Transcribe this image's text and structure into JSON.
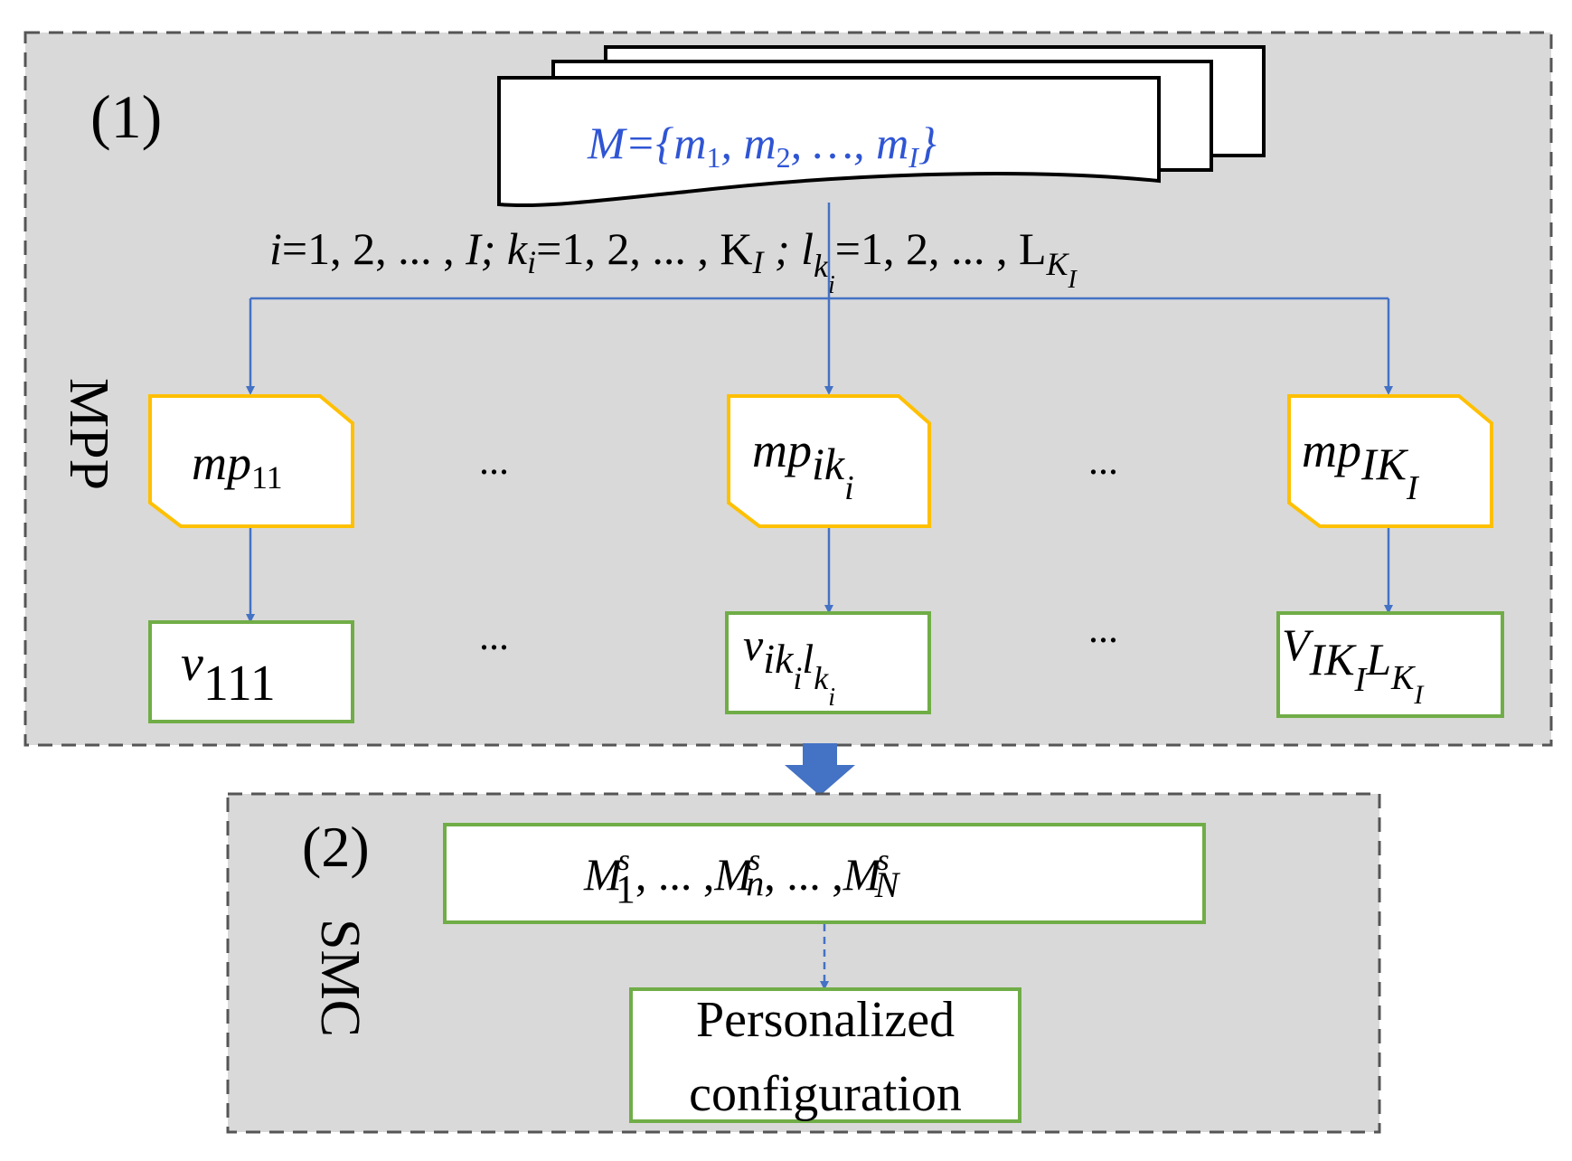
{
  "panel1": {
    "step_label": "(1)",
    "side_label": "MPP",
    "model_set": {
      "prefix": "M={m",
      "s1": "1",
      "sep1": ", m",
      "s2": "2",
      "sep2": ", …, m",
      "s3": "I",
      "suffix": "}"
    },
    "index_line": {
      "i_var": "i",
      "i_range": "=1, 2, ... , ",
      "I_var": "I",
      "sep_k": "; k",
      "k_sub": "i",
      "k_range": "=1, 2, ... , K",
      "K_sub": "I",
      "sep_l": " ; l",
      "l_sub_k": "k",
      "l_sub_i": "i",
      "l_range": "=1, 2, ... , L",
      "L_sub_K": "K",
      "L_sub_I": "I"
    },
    "mp_nodes": [
      {
        "base": "mp",
        "sub": "11",
        "subsub": ""
      },
      {
        "base": "mp",
        "sub": "ik",
        "subsub": "i"
      },
      {
        "base": "mp",
        "sub": "IK",
        "subsub": "I"
      }
    ],
    "v_nodes": [
      {
        "base": "v",
        "sub": "111"
      },
      {
        "base": "v",
        "sub": "ik",
        "subsub1": "i",
        "mid": "l",
        "subsub2": "k",
        "subsubsub": "i"
      },
      {
        "base": "V",
        "sub": "IK",
        "subsub1": "I",
        "mid": "L",
        "subsub2": "K",
        "subsubsub": "I"
      }
    ],
    "ellipsis": "..."
  },
  "panel2": {
    "step_label": "(2)",
    "side_label": "SMC",
    "submodels": {
      "m1": "M",
      "m1_sup": "s",
      "m1_sub": "1",
      "dots1": ", ... ,",
      "mn": "M",
      "mn_sup": "s",
      "mn_sub": "n",
      "dots2": ", ... ,",
      "mN": "M",
      "mN_sup": "s",
      "mN_sub": "N"
    },
    "result_line1": "Personalized",
    "result_line2": "configuration"
  },
  "colors": {
    "panel_fill": "#d9d9d9",
    "arrow_blue": "#4472c4",
    "big_arrow": "#4472c4",
    "mp_border": "#ffc000",
    "v_border": "#70ad47",
    "model_text": "#2f55d4"
  }
}
